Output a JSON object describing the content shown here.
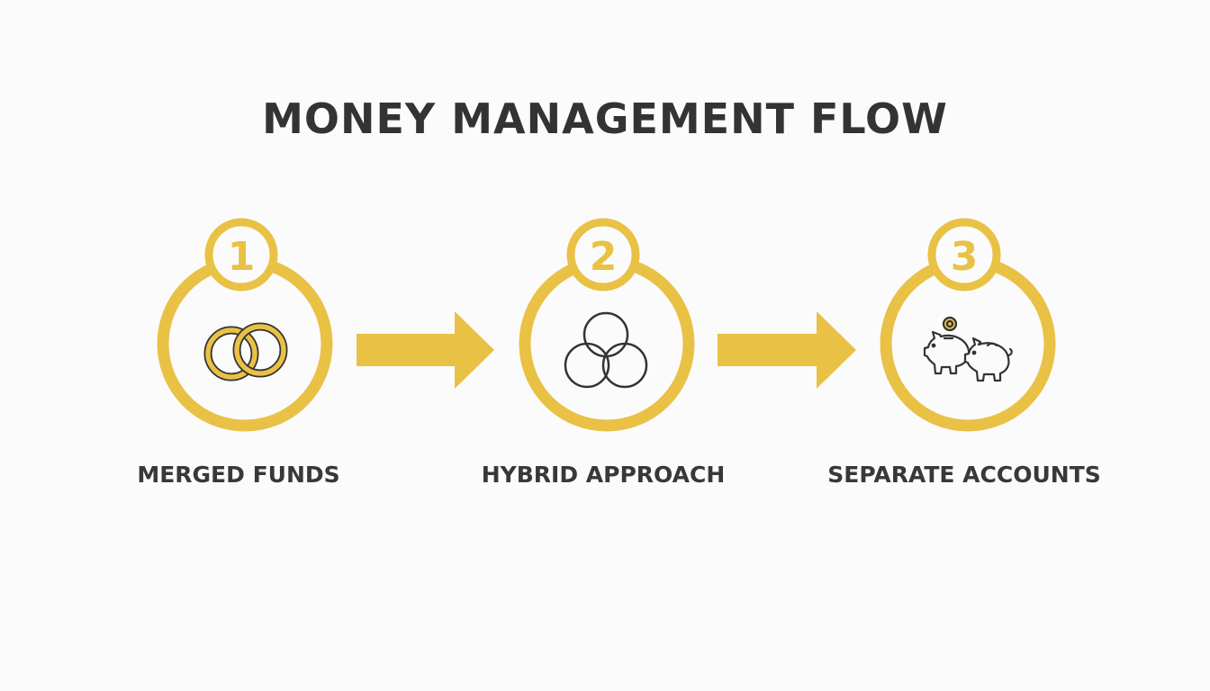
{
  "title": "MONEY MANAGEMENT FLOW",
  "accent_color": "#e9c145",
  "text_color": "#333333",
  "steps": [
    {
      "number": "1",
      "label": "MERGED FUNDS",
      "icon": "interlocked-rings-icon"
    },
    {
      "number": "2",
      "label": "HYBRID APPROACH",
      "icon": "overlapping-circles-icon"
    },
    {
      "number": "3",
      "label": "SEPARATE ACCOUNTS",
      "icon": "piggy-banks-icon"
    }
  ]
}
